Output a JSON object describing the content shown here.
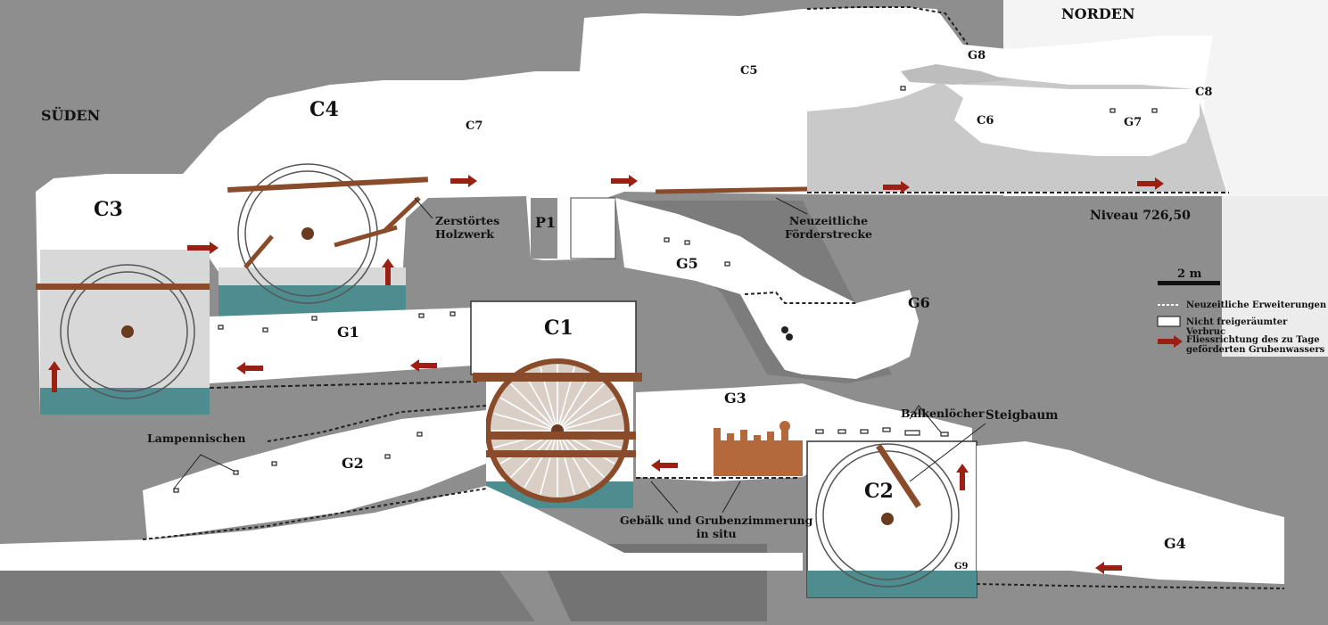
{
  "orientation": {
    "north": "NORDEN",
    "south": "SÜDEN"
  },
  "rooms": [
    "C1",
    "C2",
    "C3",
    "C4",
    "C5",
    "C6",
    "C7",
    "C8",
    "G1",
    "G2",
    "G3",
    "G4",
    "G5",
    "G6",
    "G7",
    "G8",
    "G9",
    "P1"
  ],
  "annotations": {
    "destroyed_wood": "Zerstörtes\nHolzwerk",
    "haulage": "Neuzeitliche\nFörderstrecke",
    "level": "Niveau 726,50",
    "lamp_niches": "Lampennischen",
    "beam_holes": "Balkenlöcher",
    "climbing_tree": "Steigbaum",
    "timbering": "Gebälk und Grubenzimmerung\nin situ"
  },
  "scale": "2 m",
  "legend": {
    "modern_extensions": "Neuzeitliche Erweiterungen",
    "not_cleared": "Nicht freigeräumter Verbruc",
    "flow_direction": "Fliessrichtung des zu Tage\ngeförderten Grubenwassers"
  },
  "colors": {
    "rock": "#8e8e8e",
    "dark_rock": "#6f6f6f",
    "cavity": "#ffffff",
    "rubble": "#d4d4d4",
    "water": "#4e8d8f",
    "timber": "#8a4b2a",
    "arrow": "#9b1f12"
  }
}
